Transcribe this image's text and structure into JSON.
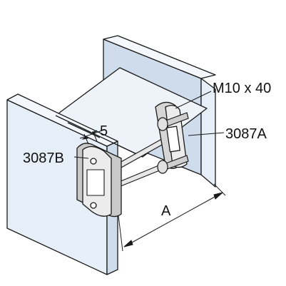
{
  "labels": {
    "bolt": "M10 x 40",
    "clamp_a": "3087A",
    "clamp_b": "3087B",
    "gap": "5",
    "distance": "A"
  },
  "colors": {
    "beam_fill": "#e6eef8",
    "beam_shadow": "#cfdceb",
    "line": "#1a1a1a",
    "metal": "#d6d6d6",
    "metal_dark": "#9a9a9a"
  }
}
